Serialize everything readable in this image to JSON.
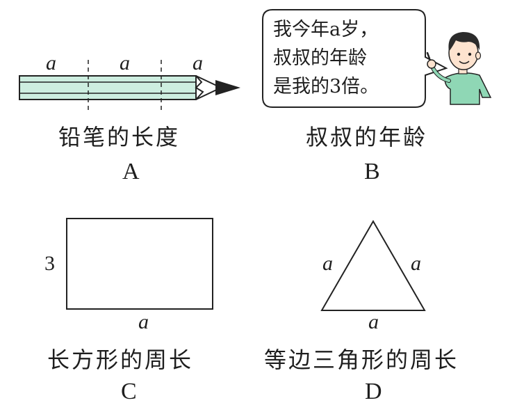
{
  "panels": {
    "A": {
      "variable": "a",
      "caption": "铅笔的长度",
      "letter": "A"
    },
    "B": {
      "speech": [
        "我今年a岁，",
        "叔叔的年龄",
        "是我的3倍。"
      ],
      "caption": "叔叔的年龄",
      "letter": "B"
    },
    "C": {
      "height_label": "3",
      "width_label": "a",
      "caption": "长方形的周长",
      "letter": "C"
    },
    "D": {
      "side_label": "a",
      "caption": "等边三角形的周长",
      "letter": "D"
    }
  },
  "colors": {
    "pencil_body": "#cdeee0",
    "shirt": "#8fd7b5",
    "hair": "#2b2b2b",
    "skin": "#fde3cf"
  }
}
